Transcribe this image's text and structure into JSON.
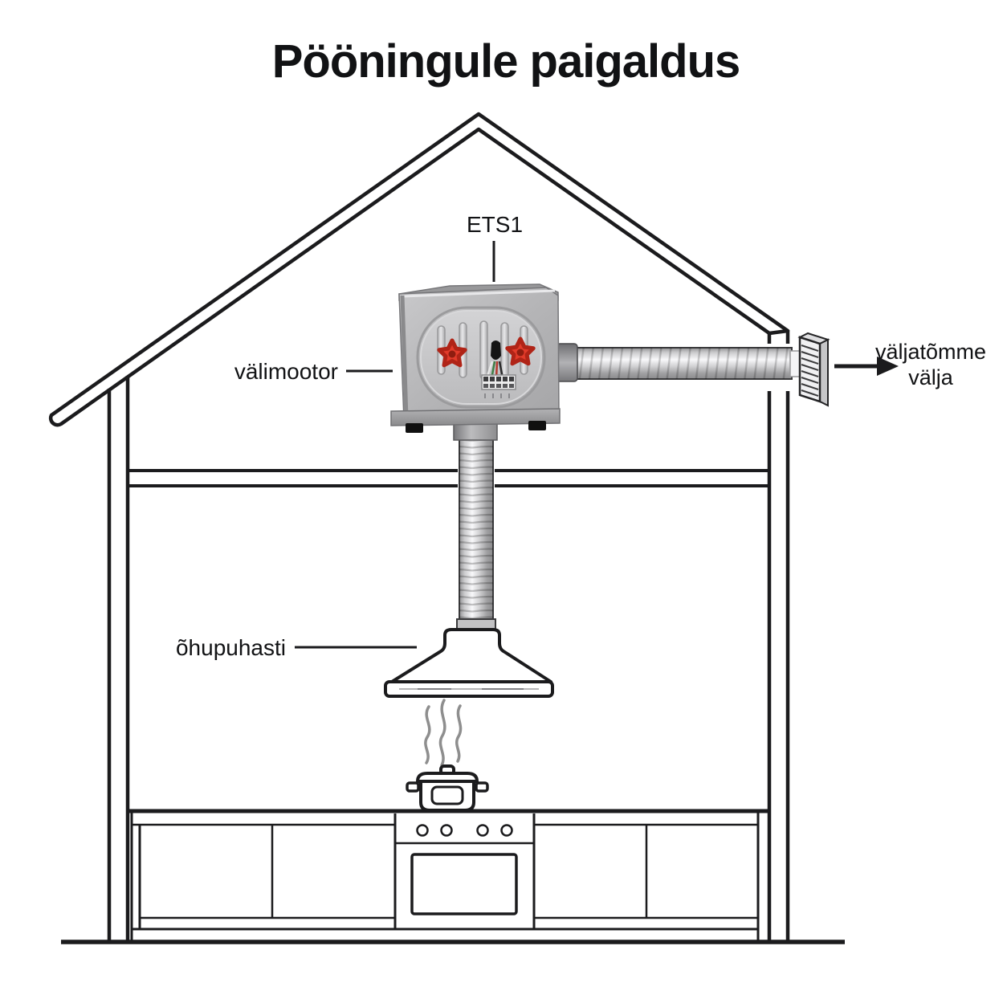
{
  "title": "Pööningule paigaldus",
  "labels": {
    "ets1": "ETS1",
    "valimootor": "välimootor",
    "ohupuhasti": "õhupuhasti",
    "valjatomme_line1": "väljatõmme",
    "valjatomme_line2": "välja"
  },
  "arrow": {
    "direction": "right"
  },
  "colors": {
    "line": "#1b1b1d",
    "knob_red": "#e23b2a",
    "metal_light": "#f8f8fa",
    "metal_mid": "#c6c6c8",
    "metal_dark": "#8a8a8c",
    "steam_gray": "#8e8e8e"
  }
}
